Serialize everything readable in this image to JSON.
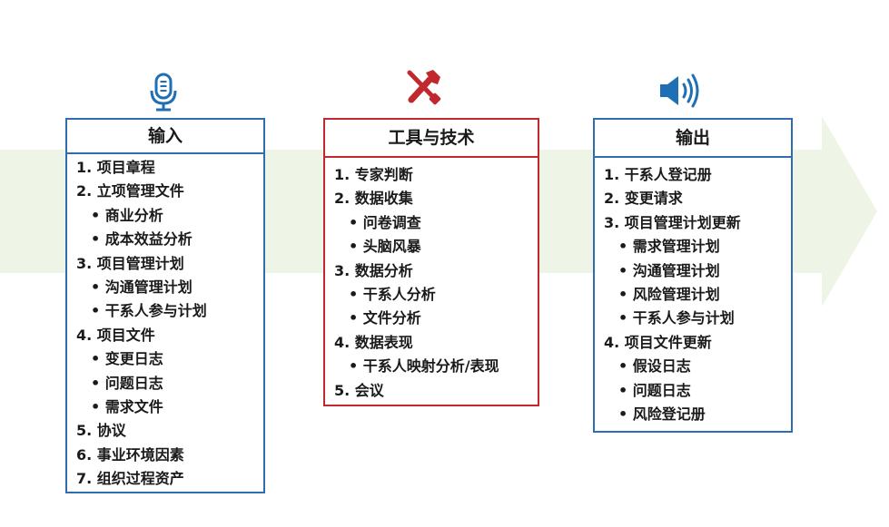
{
  "colors": {
    "arrow_fill": "#eef4e6",
    "input_border": "#2f6db0",
    "tools_border": "#c0282d",
    "output_border": "#2f6db0",
    "icon_blue": "#1f6fb5",
    "icon_red": "#c0282d"
  },
  "icons": {
    "inputs": "microphone-icon",
    "tools": "wrench-screwdriver-icon",
    "outputs": "speaker-icon"
  },
  "inputs": {
    "title": "输入",
    "items": [
      {
        "text": "1. 项目章程",
        "level": 0
      },
      {
        "text": "2. 立项管理文件",
        "level": 0
      },
      {
        "text": "• 商业分析",
        "level": 1
      },
      {
        "text": "• 成本效益分析",
        "level": 1
      },
      {
        "text": "3. 项目管理计划",
        "level": 0
      },
      {
        "text": "• 沟通管理计划",
        "level": 1
      },
      {
        "text": "• 干系人参与计划",
        "level": 1
      },
      {
        "text": "4. 项目文件",
        "level": 0
      },
      {
        "text": "• 变更日志",
        "level": 1
      },
      {
        "text": "• 问题日志",
        "level": 1
      },
      {
        "text": "• 需求文件",
        "level": 1
      },
      {
        "text": "5. 协议",
        "level": 0
      },
      {
        "text": "6. 事业环境因素",
        "level": 0
      },
      {
        "text": "7. 组织过程资产",
        "level": 0
      }
    ]
  },
  "tools": {
    "title": "工具与技术",
    "items": [
      {
        "text": "1. 专家判断",
        "level": 0
      },
      {
        "text": "2. 数据收集",
        "level": 0
      },
      {
        "text": "• 问卷调查",
        "level": 1
      },
      {
        "text": "• 头脑风暴",
        "level": 1
      },
      {
        "text": "3. 数据分析",
        "level": 0
      },
      {
        "text": "• 干系人分析",
        "level": 1
      },
      {
        "text": "• 文件分析",
        "level": 1
      },
      {
        "text": "4. 数据表现",
        "level": 0
      },
      {
        "text": "• 干系人映射分析/表现",
        "level": 1
      },
      {
        "text": "5. 会议",
        "level": 0
      }
    ]
  },
  "outputs": {
    "title": "输出",
    "items": [
      {
        "text": "1. 干系人登记册",
        "level": 0
      },
      {
        "text": "2. 变更请求",
        "level": 0
      },
      {
        "text": "3. 项目管理计划更新",
        "level": 0
      },
      {
        "text": "• 需求管理计划",
        "level": 1
      },
      {
        "text": "• 沟通管理计划",
        "level": 1
      },
      {
        "text": "• 风险管理计划",
        "level": 1
      },
      {
        "text": "• 干系人参与计划",
        "level": 1
      },
      {
        "text": "4. 项目文件更新",
        "level": 0
      },
      {
        "text": "• 假设日志",
        "level": 1
      },
      {
        "text": "• 问题日志",
        "level": 1
      },
      {
        "text": "• 风险登记册",
        "level": 1
      }
    ]
  }
}
